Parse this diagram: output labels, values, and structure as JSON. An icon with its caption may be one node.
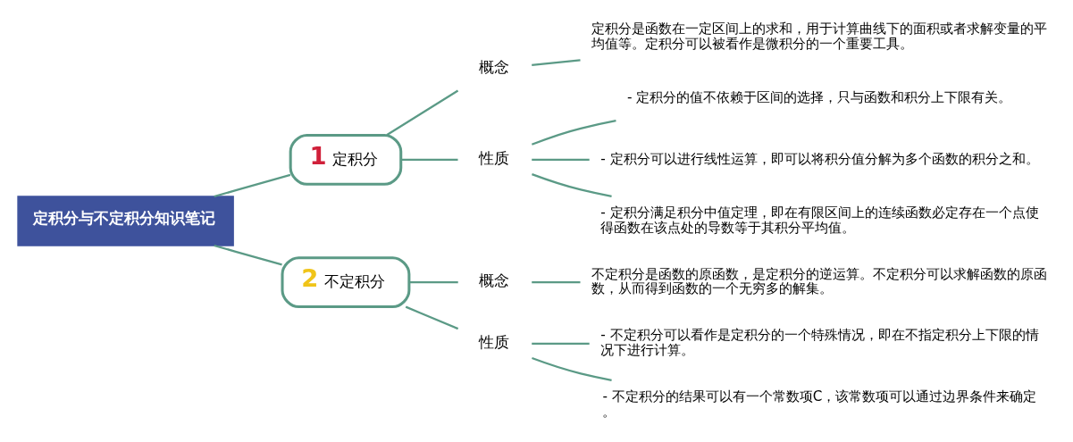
{
  "diagram": {
    "nodes": [
      {
        "text": [
          "定积分与不定积分知识笔记"
        ]
      },
      {
        "text": [
          "1",
          "定积分"
        ]
      },
      {
        "text": [
          "概念"
        ]
      },
      {
        "text": [
          "定积分是函数在一定区间上的求和，用于计算曲线下的面积或者求解变量的平均值等。定积分可以被看作是微积分的一个重要工具。"
        ]
      },
      {
        "text": [
          "性质"
        ]
      },
      {
        "text": [
          "- 定积分的值不依赖于区间的选择，只与函数和积分上下限有关。"
        ]
      },
      {
        "text": [
          "- 定积分可以进行线性运算，即可以将积分值分解为多个函数的积分之和。"
        ]
      },
      {
        "text": [
          "- 定积分满足积分中值定理，即在有限区间上的连续函数必定存在一个点使得函数在该点处的导数等于其积分平均值。"
        ]
      },
      {
        "text": [
          "2",
          "不定积分"
        ]
      },
      {
        "text": [
          "概念"
        ]
      },
      {
        "text": [
          "不定积分是函数的原函数，是定积分的逆运算。不定积分可以求解函数的原函数，从而得到函数的一个无穷多的解集。"
        ]
      },
      {
        "text": [
          "性质"
        ]
      },
      {
        "text": [
          "- 不定积分可以看作是定积分的一个特殊情况，即在不指定积分上下限的情况下进行计算。"
        ]
      },
      {
        "text": [
          "- 不定积分的结果可以有一个常数项C，该常数项可以通过边界条件来确定。"
        ]
      }
    ],
    "edges": [
      {
        "from": 0,
        "to": 1,
        "arrow": "none"
      },
      {
        "from": 1,
        "to": 2,
        "arrow": "none"
      },
      {
        "from": 2,
        "to": 3,
        "arrow": "none"
      },
      {
        "from": 1,
        "to": 4,
        "arrow": "none"
      },
      {
        "from": 4,
        "to": 5,
        "arrow": "none"
      },
      {
        "from": 4,
        "to": 6,
        "arrow": "none"
      },
      {
        "from": 4,
        "to": 7,
        "arrow": "none"
      },
      {
        "from": 0,
        "to": 8,
        "arrow": "none"
      },
      {
        "from": 8,
        "to": 9,
        "arrow": "none"
      },
      {
        "from": 9,
        "to": 10,
        "arrow": "none"
      },
      {
        "from": 8,
        "to": 11,
        "arrow": "none"
      },
      {
        "from": 11,
        "to": 12,
        "arrow": "none"
      },
      {
        "from": 11,
        "to": 13,
        "arrow": "none"
      }
    ]
  }
}
